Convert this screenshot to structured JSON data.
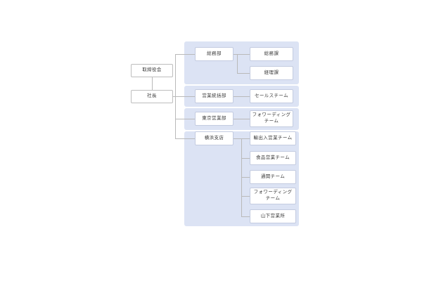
{
  "diagram": {
    "type": "organization-chart",
    "orientation": "horizontal-left-to-right",
    "colors": {
      "panel_background": "#dce3f4",
      "node_background": "#ffffff",
      "node_border": "#c3cbe0",
      "root_node_border": "#bdbdbd",
      "connector_line": "#b9b9b9",
      "canvas_background": "#ffffff",
      "text": "#3a3a3a"
    },
    "root": {
      "board": "取締役会",
      "president": "社長"
    },
    "groups": [
      {
        "id": "general-affairs",
        "department": "総務部",
        "children": [
          "総務課",
          "経理課"
        ]
      },
      {
        "id": "sales-management",
        "department": "営業統括部",
        "children": [
          "セールスチーム"
        ]
      },
      {
        "id": "tokyo-sales",
        "department": "東京営業部",
        "children": [
          "フォワーディング\nチーム"
        ]
      },
      {
        "id": "yokohama-branch",
        "department": "横浜支店",
        "children": [
          "輸出入営業チーム",
          "食品営業チーム",
          "通関チーム",
          "フォワーディング\nチーム",
          "山下営業所"
        ]
      }
    ]
  }
}
